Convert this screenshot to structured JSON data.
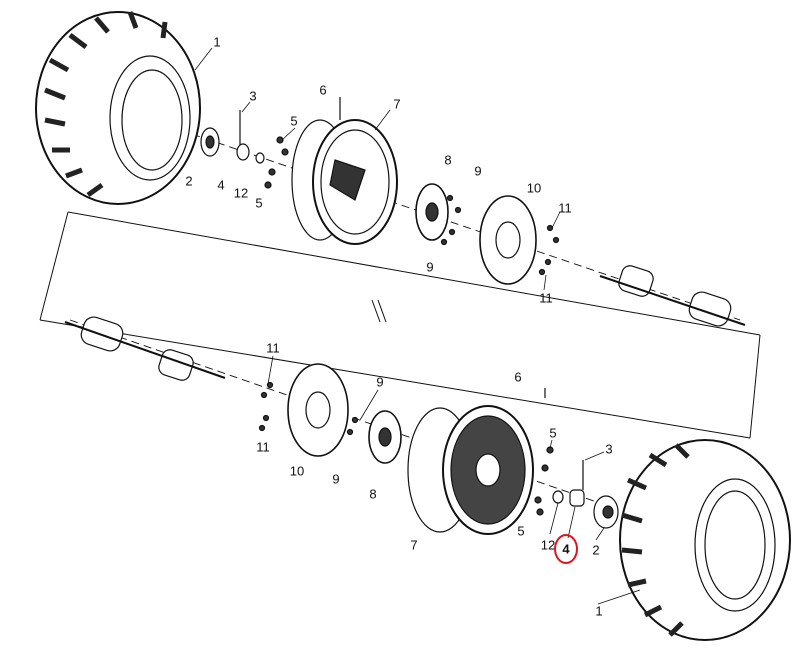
{
  "diagram": {
    "title": "Wheel and hub assembly exploded view",
    "highlight_color": "#e0141e",
    "highlighted_callout": "4",
    "callouts": [
      "1",
      "3",
      "6",
      "7",
      "5",
      "2",
      "4",
      "12",
      "5",
      "8",
      "9",
      "10",
      "11",
      "9",
      "11",
      "11",
      "9",
      "6",
      "11",
      "10",
      "9",
      "8",
      "5",
      "3",
      "7",
      "5",
      "12",
      "4",
      "2",
      "1"
    ]
  }
}
